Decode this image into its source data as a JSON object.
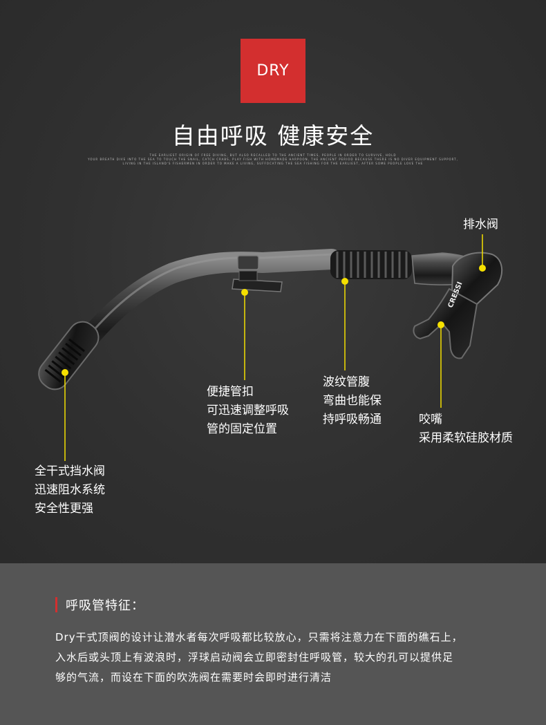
{
  "hero": {
    "badge": "DRY",
    "headline": "自由呼吸 健康安全",
    "tiny_lines": [
      "THE EARLIEST ORIGIN OF FREE DIVING, BUT ALSO RECALLED TO THE ANCIENT TIMES, PEOPLE IN ORDER TO SURVIVE, HOLD",
      "YOUR BREATH DIVE INTO THE SEA TO TOUCH THE SNAIL, CATCH CRABS, PLAY FISH WITH HOMEMADE HARPOON, THE ANCIENT PERIOD BECAUSE THERE IS NO DIVER EQUIPMENT SUPPORT,",
      "LIVING IN THE ISLAND'S FISHERMEN IN ORDER TO MAKE A LIVING, SUFFOCATING THE SEA FISHING FOR THE EARLIEST, AFTER SOME PEOPLE LOVE THE"
    ]
  },
  "product": {
    "brand_mark": "CRESSI"
  },
  "callouts": {
    "drain": [
      "排水阀"
    ],
    "clip": [
      "便捷管扣",
      "可迅速调整呼吸",
      "管的固定位置"
    ],
    "corrugated": [
      "波纹管腹",
      "弯曲也能保",
      "持呼吸畅通"
    ],
    "mouthpiece": [
      "咬嘴",
      "采用柔软硅胶材质"
    ],
    "splash_guard": [
      "全干式挡水阀",
      "迅速阻水系统",
      "安全性更强"
    ]
  },
  "colors": {
    "accent_red": "#d32f2f",
    "marker_yellow": "#f5e000",
    "bottom_panel": "#555555"
  },
  "features": {
    "title": "呼吸管特征：",
    "lines": [
      "Dry干式顶阀的设计让潜水者每次呼吸都比较放心，只需将注意力在下面的礁石上，",
      "入水后或头顶上有波浪时，浮球启动阀会立即密封住呼吸管，较大的孔可以提供足",
      "够的气流，而设在下面的吹洗阀在需要时会即时进行清洁"
    ]
  }
}
